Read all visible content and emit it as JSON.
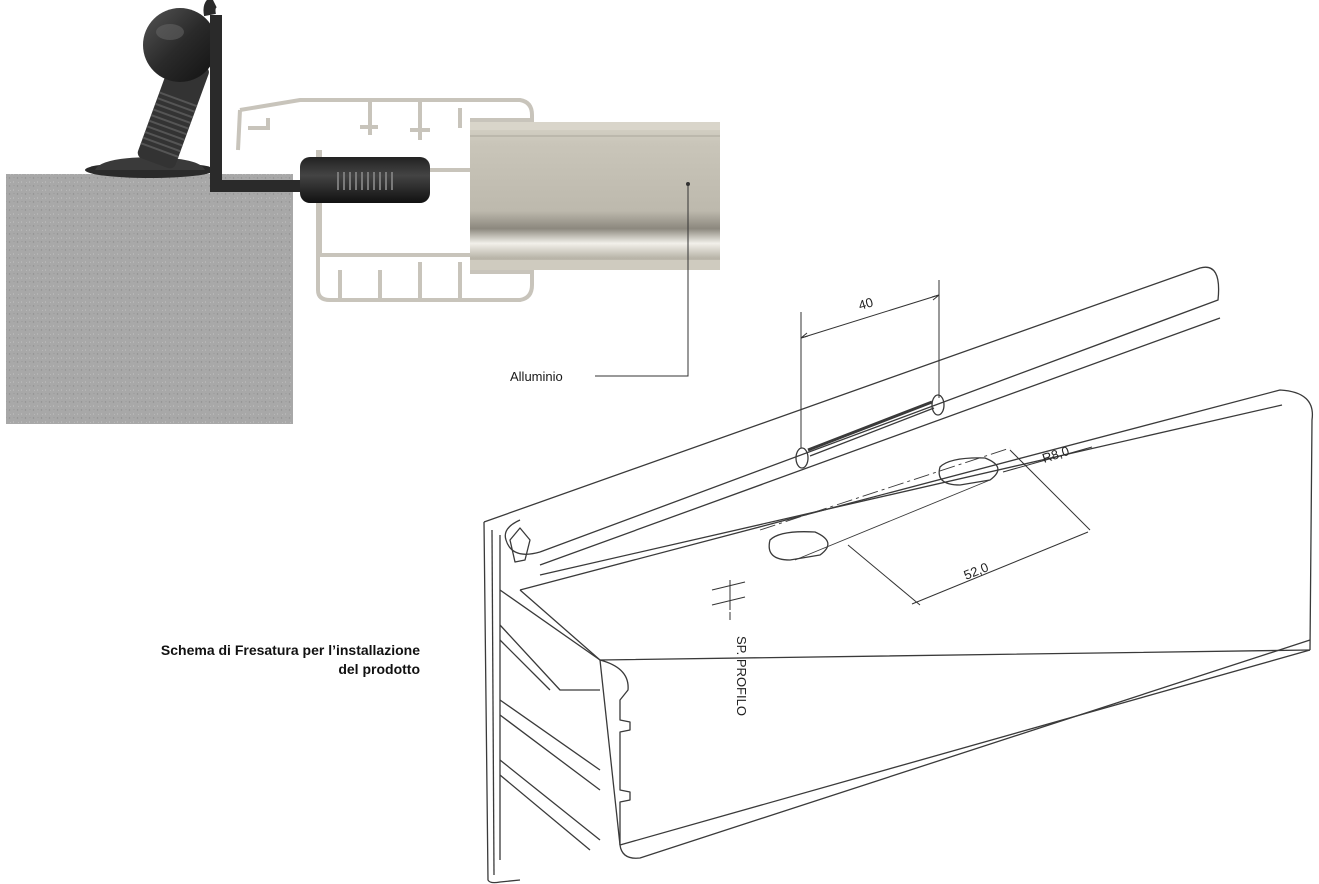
{
  "labels": {
    "material": "Alluminio",
    "caption_line1": "Schema di Fresatura per l’installazione",
    "caption_line2": "del prodotto"
  },
  "dimensions": {
    "slot_length": "40",
    "hole_radius": "R8,0",
    "hole_spacing": "52,0",
    "profile_thickness": "SP. PROFILO"
  },
  "colors": {
    "stone": "#a5a5a5",
    "frame_outline": "#c8c4bb",
    "frame_fill": "#e9e6df",
    "profile_face": "#c9c5b9",
    "profile_highlight": "#f2f0ea",
    "profile_shadow": "#8c887e",
    "bracket": "#2a2a2a",
    "line_drawing": "#3a3a3a"
  }
}
